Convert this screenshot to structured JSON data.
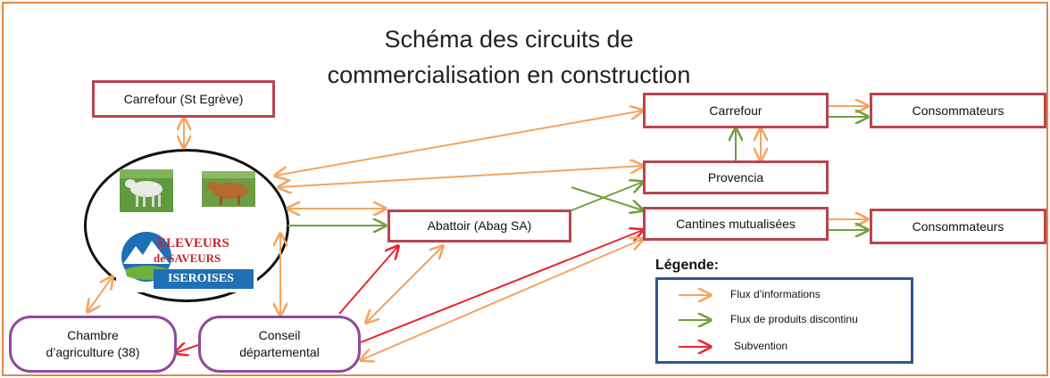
{
  "title": "Schéma des circuits de commercialisation en construction",
  "nodes": {
    "carrefour_st_egreve": "Carrefour (St Egrève)",
    "carrefour": "Carrefour",
    "consommateurs_top": "Consommateurs",
    "provencia": "Provencia",
    "abattoir": "Abattoir (Abag SA)",
    "cantines": "Cantines mutualisées",
    "consommateurs_bottom": "Consommateurs",
    "chambre_line1": "Chambre",
    "chambre_line2": "d’agriculture (38)",
    "conseil_line1": "Conseil",
    "conseil_line2": "départemental"
  },
  "logo": {
    "line1": "ELEVEURS",
    "line2": "de SAVEURS",
    "line3": "ISEROISES"
  },
  "legend": {
    "title": "Légende:",
    "items": [
      {
        "label": "Flux d’informations",
        "color": "#f4a460",
        "kind": "information"
      },
      {
        "label": "Flux de produits discontinu",
        "color": "#70a040",
        "kind": "product"
      },
      {
        "label": "Subvention",
        "color": "#e8272f",
        "kind": "subsidy"
      }
    ]
  },
  "colors": {
    "frame": "#d98a4a",
    "box_border": "#b8454e",
    "oval_border": "#8e4a9e",
    "legend_border": "#2f5597"
  }
}
